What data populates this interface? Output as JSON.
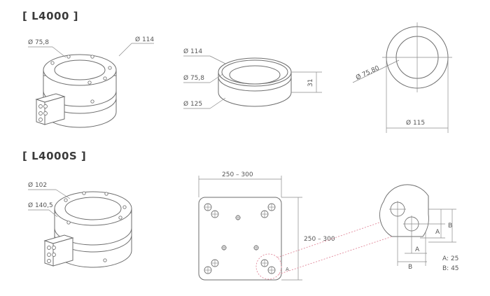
{
  "sections": {
    "l4000": {
      "title": "[ L4000 ]",
      "iso_labels": {
        "inner_dia": "Ø 75,8",
        "outer_dia": "Ø 114"
      },
      "side_labels": {
        "top_dia": "Ø 114",
        "inner_dia": "Ø 75,8",
        "base_dia": "Ø 125",
        "height": "31"
      },
      "front_labels": {
        "inner_dia": "Ø 75,80",
        "outer_dia": "Ø 115"
      }
    },
    "l4000s": {
      "title": "[ L4000S ]",
      "iso_labels": {
        "inner_dia": "Ø 102",
        "outer_dia": "Ø 140,5"
      },
      "plate_labels": {
        "width": "250 – 300",
        "height": "250 – 300",
        "corner_ref": "A"
      },
      "detail_labels": {
        "dim_a": "A",
        "dim_b": "B",
        "legend_a": "A: 25",
        "legend_b": "B: 45"
      }
    }
  }
}
